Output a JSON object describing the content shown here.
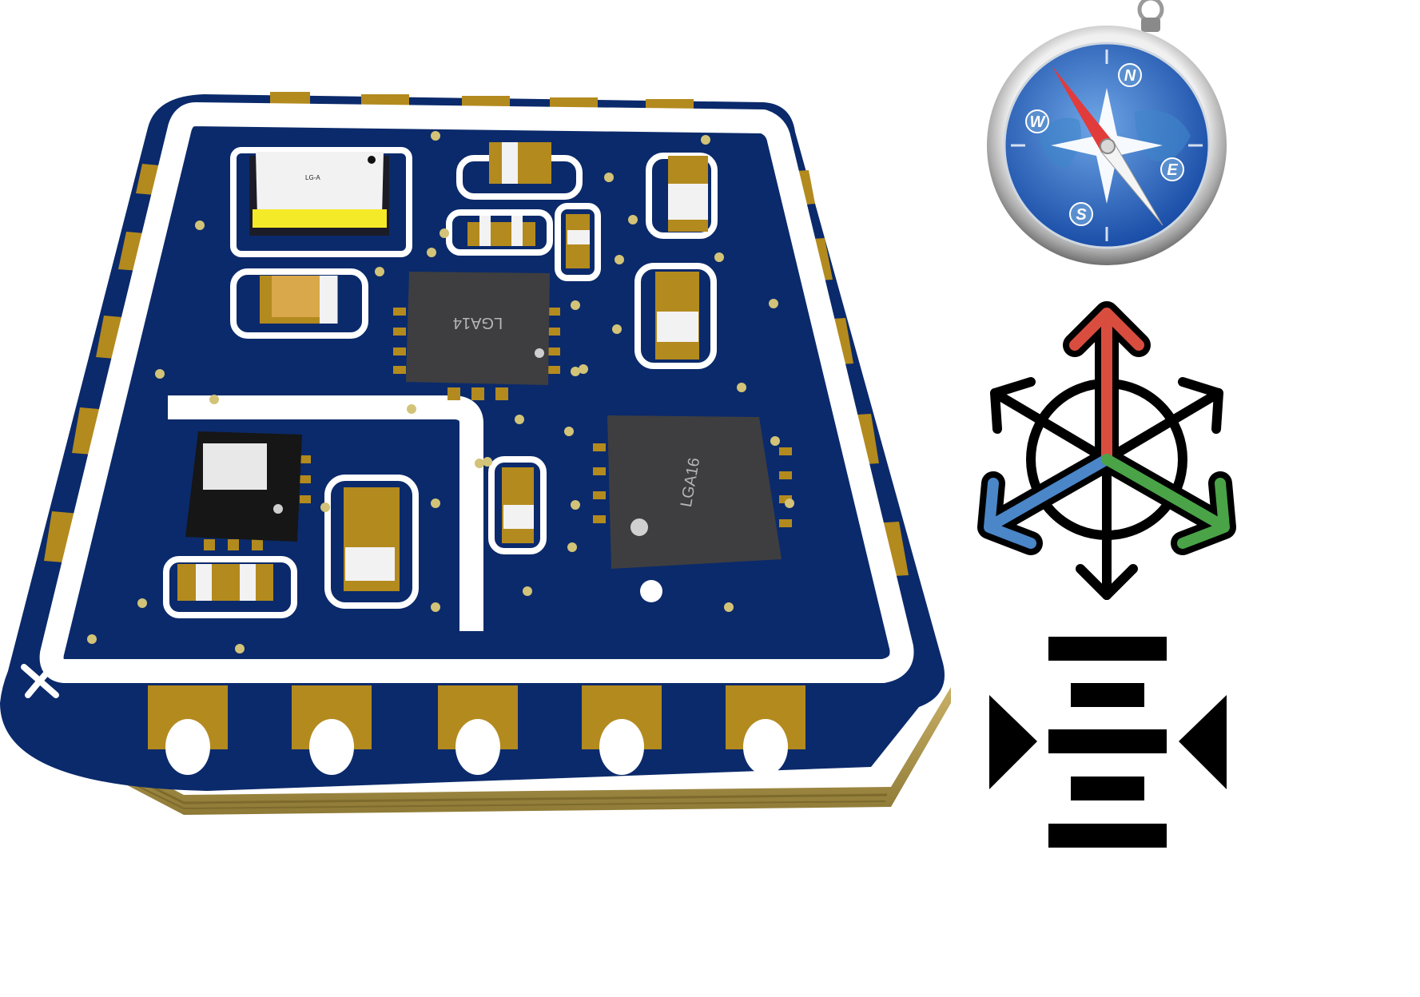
{
  "board": {
    "chip1_label": "LGA14",
    "chip2_label": "LGA16",
    "oscillator_mark": "LG-A"
  },
  "compass": {
    "north": "N",
    "east": "E",
    "south": "S",
    "west": "W"
  },
  "icons": {
    "compass": "safari-compass-icon",
    "axes": "3d-axes-icon",
    "align": "align-center-icon"
  },
  "colors": {
    "board_blue": "#0b2a6b",
    "silkscreen": "#ffffff",
    "pad_gold": "#b38a1e",
    "axis_x": "#d94d3f",
    "axis_y": "#4a86c8",
    "axis_z": "#4aa347"
  }
}
